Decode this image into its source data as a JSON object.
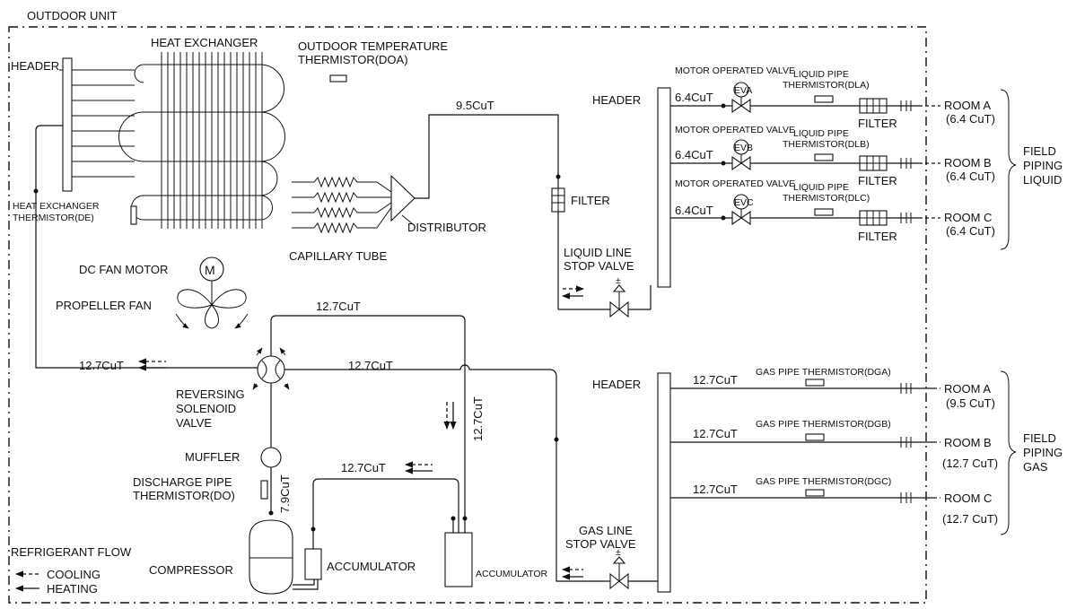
{
  "labels": {
    "outdoor_unit": "OUTDOOR UNIT",
    "header_left": "HEADER",
    "heat_exchanger": "HEAT EXCHANGER",
    "outdoor_temp_1": "OUTDOOR TEMPERATURE",
    "outdoor_temp_2": "THERMISTOR(DOA)",
    "hx_therm_1": "HEAT EXCHANGER",
    "hx_therm_2": "THERMISTOR(DE)",
    "distributor": "DISTRIBUTOR",
    "capillary_tube": "CAPILLARY TUBE",
    "dc_fan_motor": "DC FAN MOTOR",
    "motor_symbol": "M",
    "propeller_fan": "PROPELLER FAN",
    "pipe_9_5": "9.5CuT",
    "filter_main": "FILTER",
    "liquid_stop_1": "LIQUID LINE",
    "liquid_stop_2": "STOP VALVE",
    "header_liquid": "HEADER",
    "mov": "MOTOR OPERATED VALVE",
    "lpt_1": "LIQUID PIPE",
    "lpt_a": "THERMISTOR(DLA)",
    "lpt_b": "THERMISTOR(DLB)",
    "lpt_c": "THERMISTOR(DLC)",
    "pipe_6_4": "6.4CuT",
    "ev_a": "EVA",
    "ev_b": "EVB",
    "ev_c": "EVC",
    "filter": "FILTER",
    "room_a": "ROOM A",
    "room_b": "ROOM B",
    "room_c": "ROOM C",
    "liq_size_a": "(6.4 CuT)",
    "liq_size_b": "(6.4 CuT)",
    "liq_size_c": "(6.4 CuT)",
    "field": "FIELD",
    "piping": "PIPING",
    "liquid": "LIQUID",
    "gas": "GAS",
    "pipe_12_7_top": "12.7CuT",
    "pipe_12_7_left": "12.7CuT",
    "pipe_12_7_mid": "12.7CuT",
    "pipe_12_7_vert": "12.7CuT",
    "pipe_12_7_acc": "12.7CuT",
    "reversing_1": "REVERSING",
    "reversing_2": "SOLENOID",
    "reversing_3": "VALVE",
    "muffler": "MUFFLER",
    "pipe_7_9": "7.9CuT",
    "discharge_1": "DISCHARGE PIPE",
    "discharge_2": "THERMISTOR(DO)",
    "header_gas": "HEADER",
    "pipe_12_7_ga": "12.7CuT",
    "pipe_12_7_gb": "12.7CuT",
    "pipe_12_7_gc": "12.7CuT",
    "gpt_a": "GAS PIPE THERMISTOR(DGA)",
    "gpt_b": "GAS PIPE THERMISTOR(DGB)",
    "gpt_c": "GAS PIPE THERMISTOR(DGC)",
    "gas_size_a": "(9.5 CuT)",
    "gas_size_b": "(12.7 CuT)",
    "gas_size_c": "(12.7 CuT)",
    "gas_stop_1": "GAS LINE",
    "gas_stop_2": "STOP VALVE",
    "refrigerant_flow": "REFRIGERANT FLOW",
    "cooling": "COOLING",
    "heating": "HEATING",
    "compressor": "COMPRESSOR",
    "accumulator_small": "ACCUMULATOR",
    "accumulator_big": "ACCUMULATOR"
  }
}
